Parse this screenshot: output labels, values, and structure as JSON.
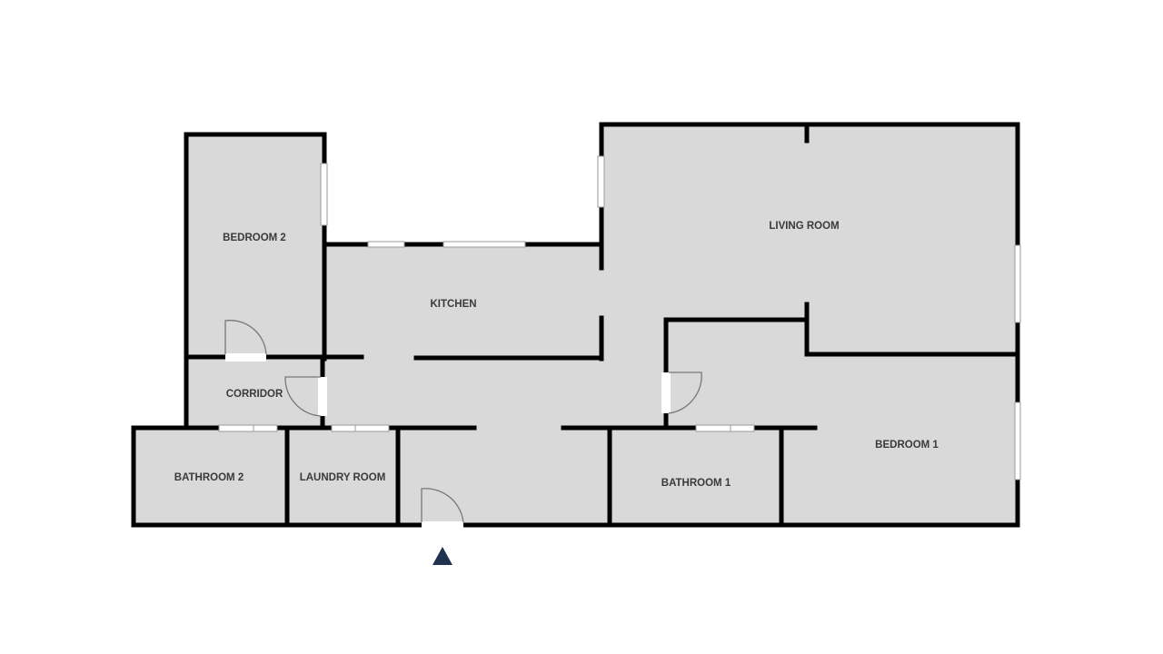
{
  "floor_plan": {
    "rooms": {
      "bedroom_2": "BEDROOM 2",
      "kitchen": "KITCHEN",
      "living_room": "LIVING ROOM",
      "corridor": "CORRIDOR",
      "bathroom_2": "BATHROOM 2",
      "laundry_room": "LAUNDRY ROOM",
      "bathroom_1": "BATHROOM 1",
      "bedroom_1": "BEDROOM 1"
    },
    "colors": {
      "floor": "#d9d9d9",
      "wall": "#000000",
      "entrance_marker": "#1f3350"
    }
  }
}
